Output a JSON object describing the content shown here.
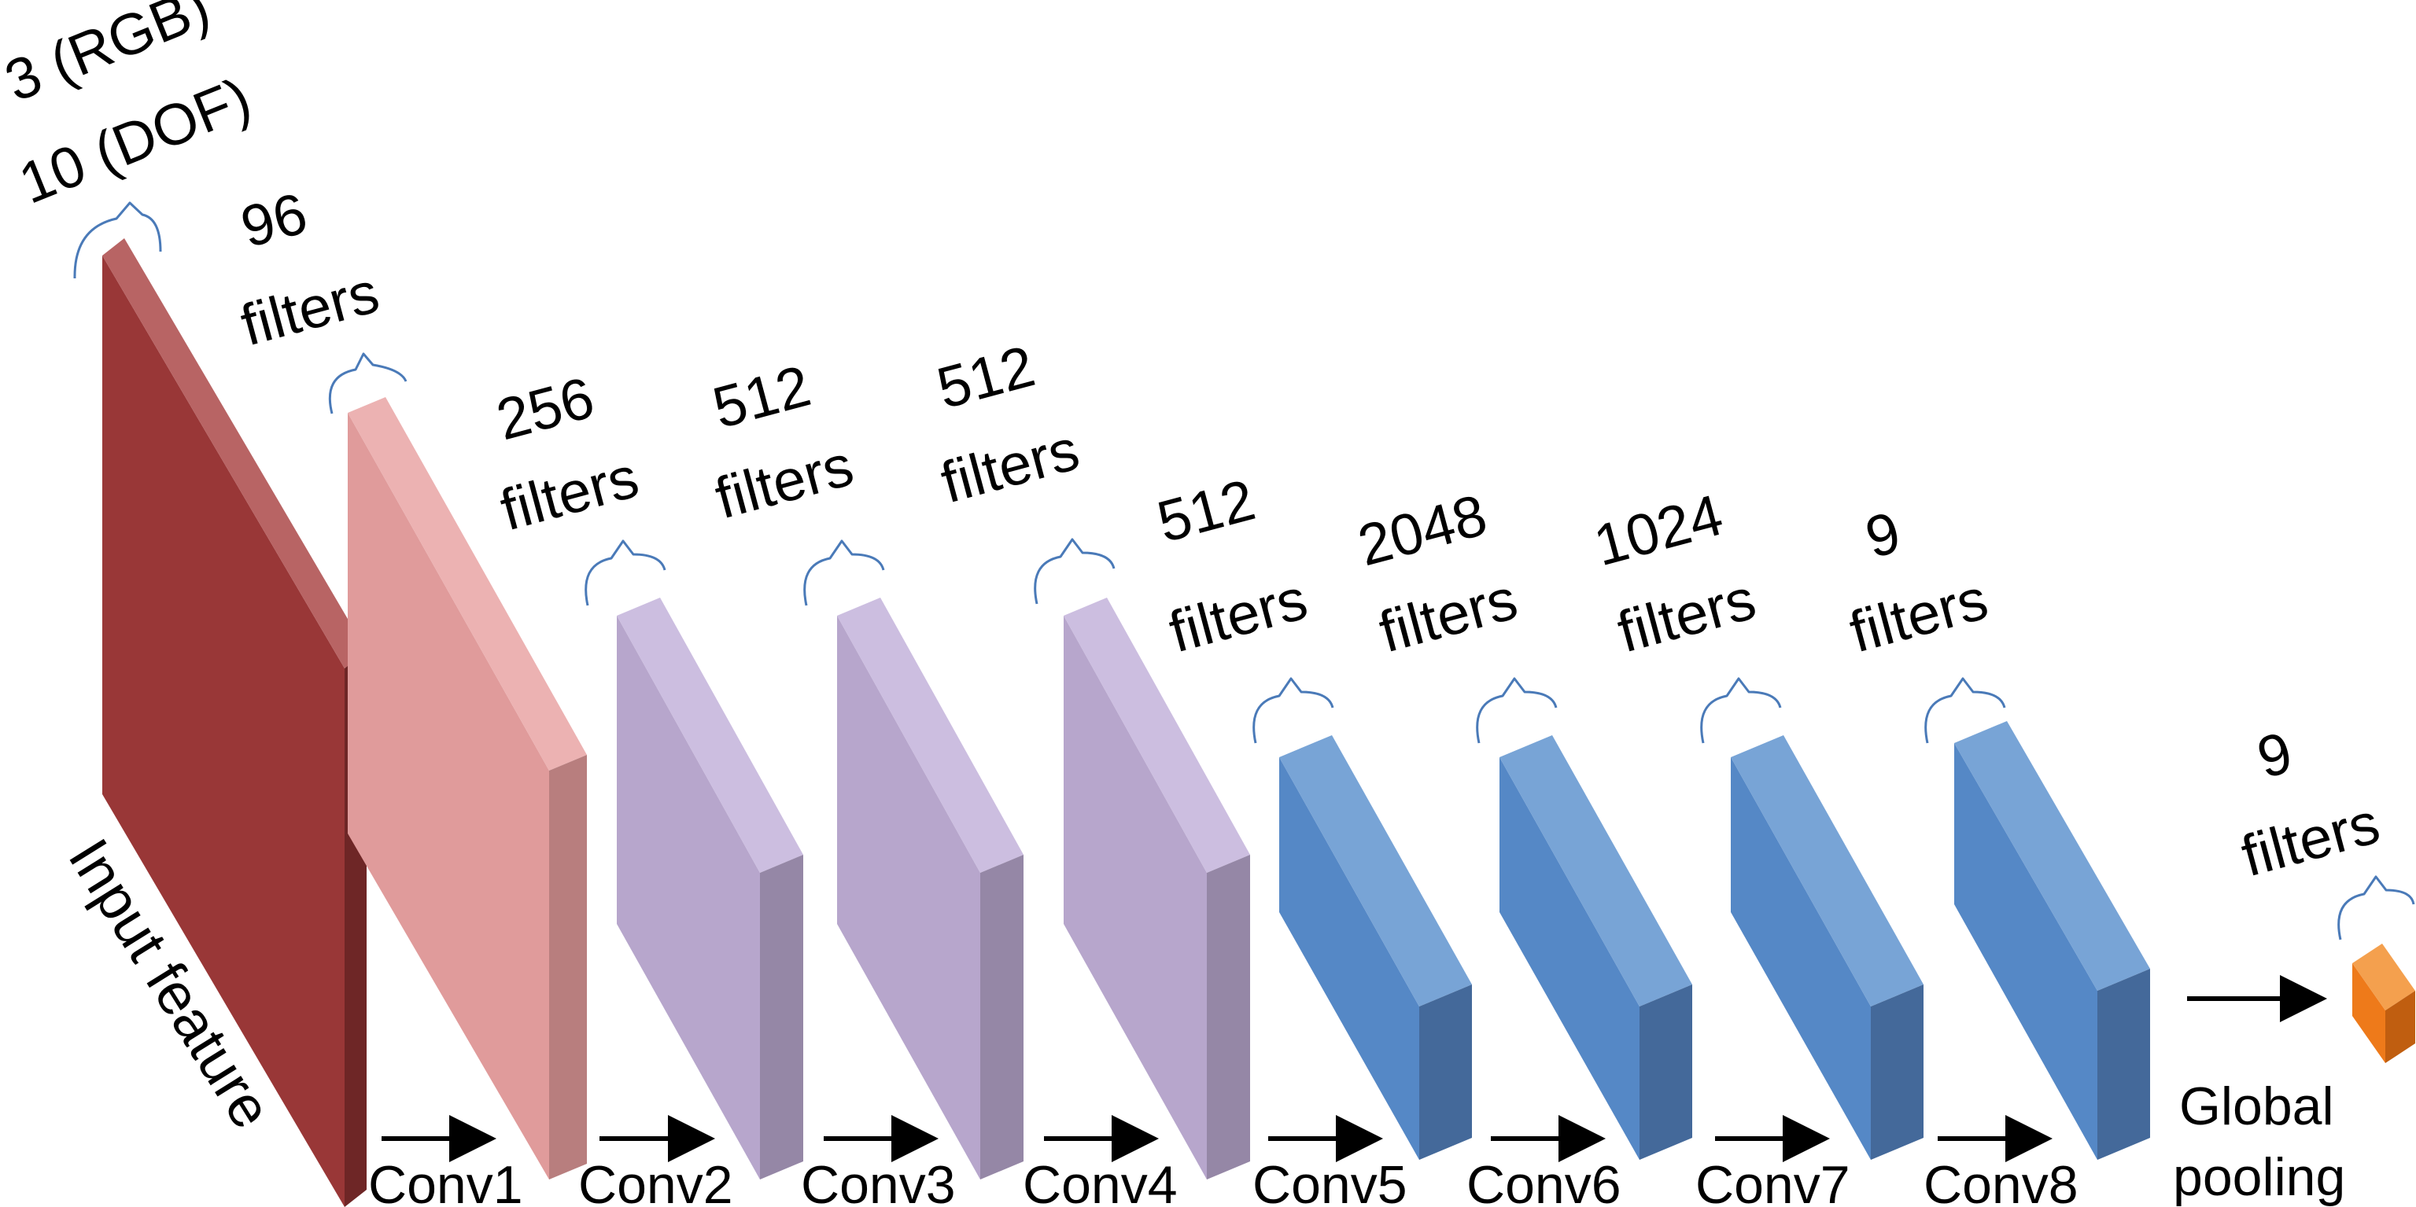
{
  "input": {
    "channels": [
      "3 (RGB)",
      "10 (DOF)"
    ],
    "caption": "Input  feature"
  },
  "layers": [
    {
      "count": "96",
      "unit": "filters",
      "name": "Conv1"
    },
    {
      "count": "256",
      "unit": "filters",
      "name": "Conv2"
    },
    {
      "count": "512",
      "unit": "filters",
      "name": "Conv3"
    },
    {
      "count": "512",
      "unit": "filters",
      "name": "Conv4"
    },
    {
      "count": "512",
      "unit": "filters",
      "name": "Conv5"
    },
    {
      "count": "2048",
      "unit": "filters",
      "name": "Conv6"
    },
    {
      "count": "1024",
      "unit": "filters",
      "name": "Conv7"
    },
    {
      "count": "9",
      "unit": "filters",
      "name": "Conv8"
    }
  ],
  "output": {
    "count": "9",
    "unit": "filters",
    "caption": [
      "Global",
      "pooling"
    ]
  },
  "colors": {
    "input": {
      "front": "#993737",
      "top": "#b86464",
      "side": "#6e2626"
    },
    "pink": {
      "front": "#e09b9b",
      "top": "#ecb2b2",
      "side": "#b87e7e"
    },
    "lilac": {
      "front": "#b7a6cc",
      "top": "#ccbee0",
      "side": "#9587a6"
    },
    "blue": {
      "front": "#5588c6",
      "top": "#78a4d6",
      "side": "#44699a"
    },
    "output": {
      "front": "#ee7a1a",
      "top": "#f4a04e",
      "side": "#c05e10"
    },
    "brace": "#4a7ab8",
    "arrow": "#000000"
  }
}
